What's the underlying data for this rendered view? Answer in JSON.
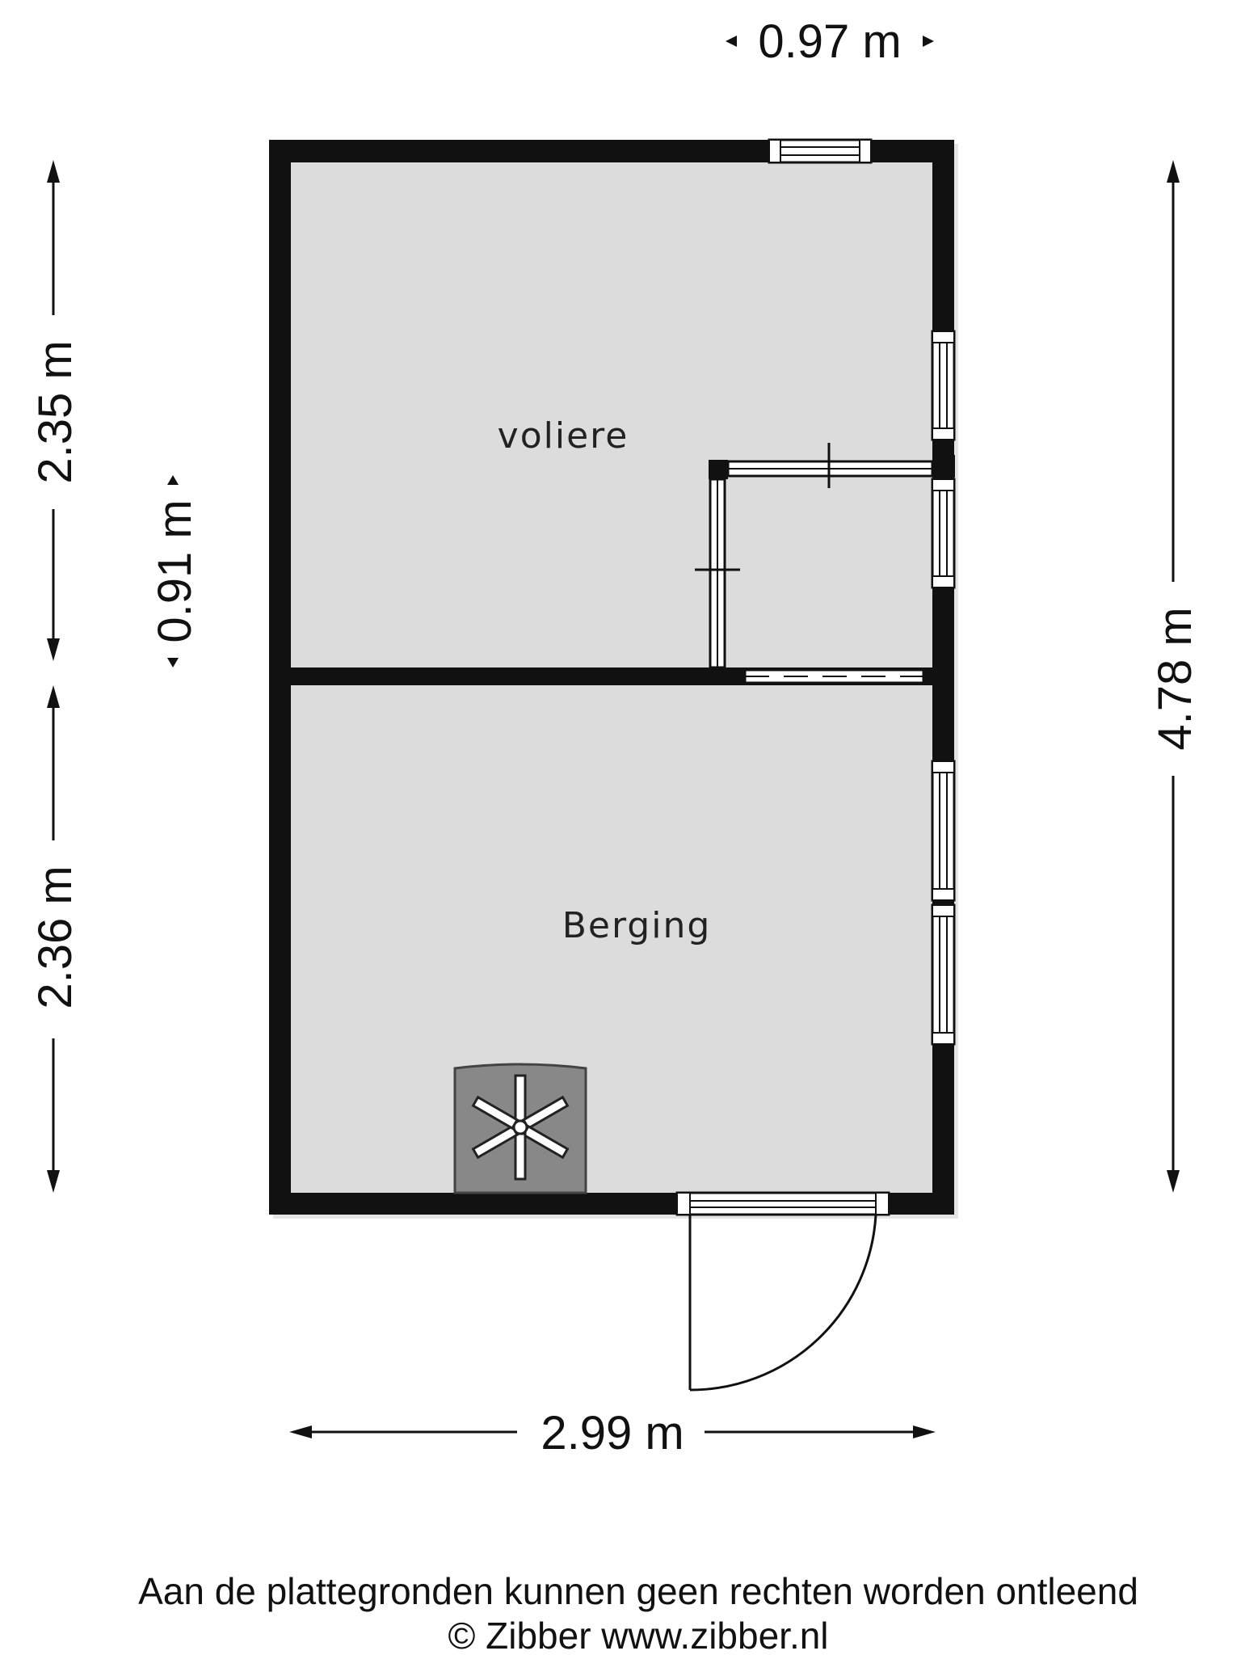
{
  "rooms": {
    "voliere": "voliere",
    "berging": "Berging"
  },
  "dimensions": {
    "top_width": "0.97 m",
    "left_upper": "2.35 m",
    "left_lower": "2.36 m",
    "inner_depth": "0.91 m",
    "right_total": "4.78 m",
    "bottom_width": "2.99 m"
  },
  "footer": {
    "disclaimer": "Aan de plattegronden kunnen geen rechten worden ontleend",
    "copyright": "© Zibber www.zibber.nl"
  },
  "colors": {
    "wall": "#111111",
    "floor": "#dcdcdd",
    "background": "#ffffff"
  },
  "icons": {
    "heater": "heater-icon",
    "door": "door-swing-icon"
  }
}
